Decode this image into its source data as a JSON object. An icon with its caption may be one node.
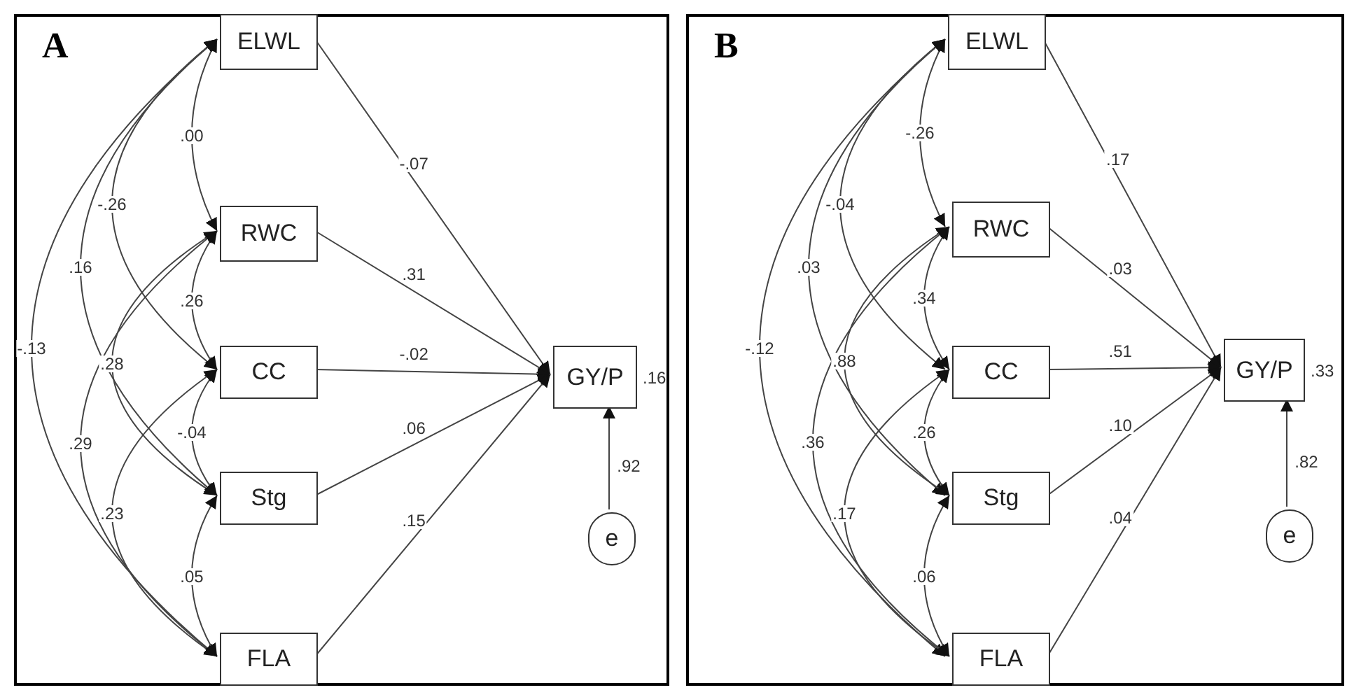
{
  "diagram": {
    "nodes": [
      {
        "text": [
          "A"
        ]
      },
      {
        "text": [
          "ELWL"
        ],
        "in": 0
      },
      {
        "text": [
          "RWC"
        ],
        "in": 0
      },
      {
        "text": [
          "CC"
        ],
        "in": 0
      },
      {
        "text": [
          "Stg"
        ],
        "in": 0
      },
      {
        "text": [
          "FLA"
        ],
        "in": 0
      },
      {
        "text": [
          "GY/P"
        ],
        "in": 0,
        "beside": [
          ".16"
        ]
      },
      {
        "text": [
          "e"
        ],
        "in": 0
      },
      {
        "text": [
          "B"
        ]
      },
      {
        "text": [
          "ELWL"
        ],
        "in": 8
      },
      {
        "text": [
          "RWC"
        ],
        "in": 8
      },
      {
        "text": [
          "CC"
        ],
        "in": 8
      },
      {
        "text": [
          "Stg"
        ],
        "in": 8
      },
      {
        "text": [
          "FLA"
        ],
        "in": 8
      },
      {
        "text": [
          "GY/P"
        ],
        "in": 8,
        "beside": [
          ".33"
        ]
      },
      {
        "text": [
          "e"
        ],
        "in": 8
      }
    ],
    "edges": [
      {
        "from": 1,
        "to": 2,
        "arrow": "both",
        "label": ".00"
      },
      {
        "from": 1,
        "to": 3,
        "arrow": "both",
        "label": "-.26"
      },
      {
        "from": 1,
        "to": 4,
        "arrow": "both",
        "label": ".16"
      },
      {
        "from": 1,
        "to": 5,
        "arrow": "both",
        "label": "-.13"
      },
      {
        "from": 2,
        "to": 3,
        "arrow": "both",
        "label": ".26"
      },
      {
        "from": 2,
        "to": 4,
        "arrow": "both",
        "label": ".28"
      },
      {
        "from": 2,
        "to": 5,
        "arrow": "both",
        "label": ".29"
      },
      {
        "from": 3,
        "to": 4,
        "arrow": "both",
        "label": "-.04"
      },
      {
        "from": 3,
        "to": 5,
        "arrow": "both",
        "label": ".23"
      },
      {
        "from": 4,
        "to": 5,
        "arrow": "both",
        "label": ".05"
      },
      {
        "from": 1,
        "to": 6,
        "arrow": "to",
        "label": "-.07"
      },
      {
        "from": 2,
        "to": 6,
        "arrow": "to",
        "label": ".31"
      },
      {
        "from": 3,
        "to": 6,
        "arrow": "to",
        "label": "-.02"
      },
      {
        "from": 4,
        "to": 6,
        "arrow": "to",
        "label": ".06"
      },
      {
        "from": 5,
        "to": 6,
        "arrow": "to",
        "label": ".15"
      },
      {
        "from": 7,
        "to": 6,
        "arrow": "to",
        "label": ".92"
      },
      {
        "from": 9,
        "to": 10,
        "arrow": "both",
        "label": "-.26"
      },
      {
        "from": 9,
        "to": 11,
        "arrow": "both",
        "label": "-.04"
      },
      {
        "from": 9,
        "to": 12,
        "arrow": "both",
        "label": ".03"
      },
      {
        "from": 9,
        "to": 13,
        "arrow": "both",
        "label": "-.12"
      },
      {
        "from": 10,
        "to": 11,
        "arrow": "both",
        "label": ".34"
      },
      {
        "from": 10,
        "to": 12,
        "arrow": "both",
        "label": ".88"
      },
      {
        "from": 10,
        "to": 13,
        "arrow": "both",
        "label": ".36"
      },
      {
        "from": 11,
        "to": 12,
        "arrow": "both",
        "label": ".26"
      },
      {
        "from": 11,
        "to": 13,
        "arrow": "both",
        "label": ".17"
      },
      {
        "from": 12,
        "to": 13,
        "arrow": "both",
        "label": ".06"
      },
      {
        "from": 9,
        "to": 14,
        "arrow": "to",
        "label": ".17"
      },
      {
        "from": 10,
        "to": 14,
        "arrow": "to",
        "label": ".03"
      },
      {
        "from": 11,
        "to": 14,
        "arrow": "to",
        "label": ".51"
      },
      {
        "from": 12,
        "to": 14,
        "arrow": "to",
        "label": ".10"
      },
      {
        "from": 13,
        "to": 14,
        "arrow": "to",
        "label": ".04"
      },
      {
        "from": 15,
        "to": 14,
        "arrow": "to",
        "label": ".82"
      }
    ]
  }
}
